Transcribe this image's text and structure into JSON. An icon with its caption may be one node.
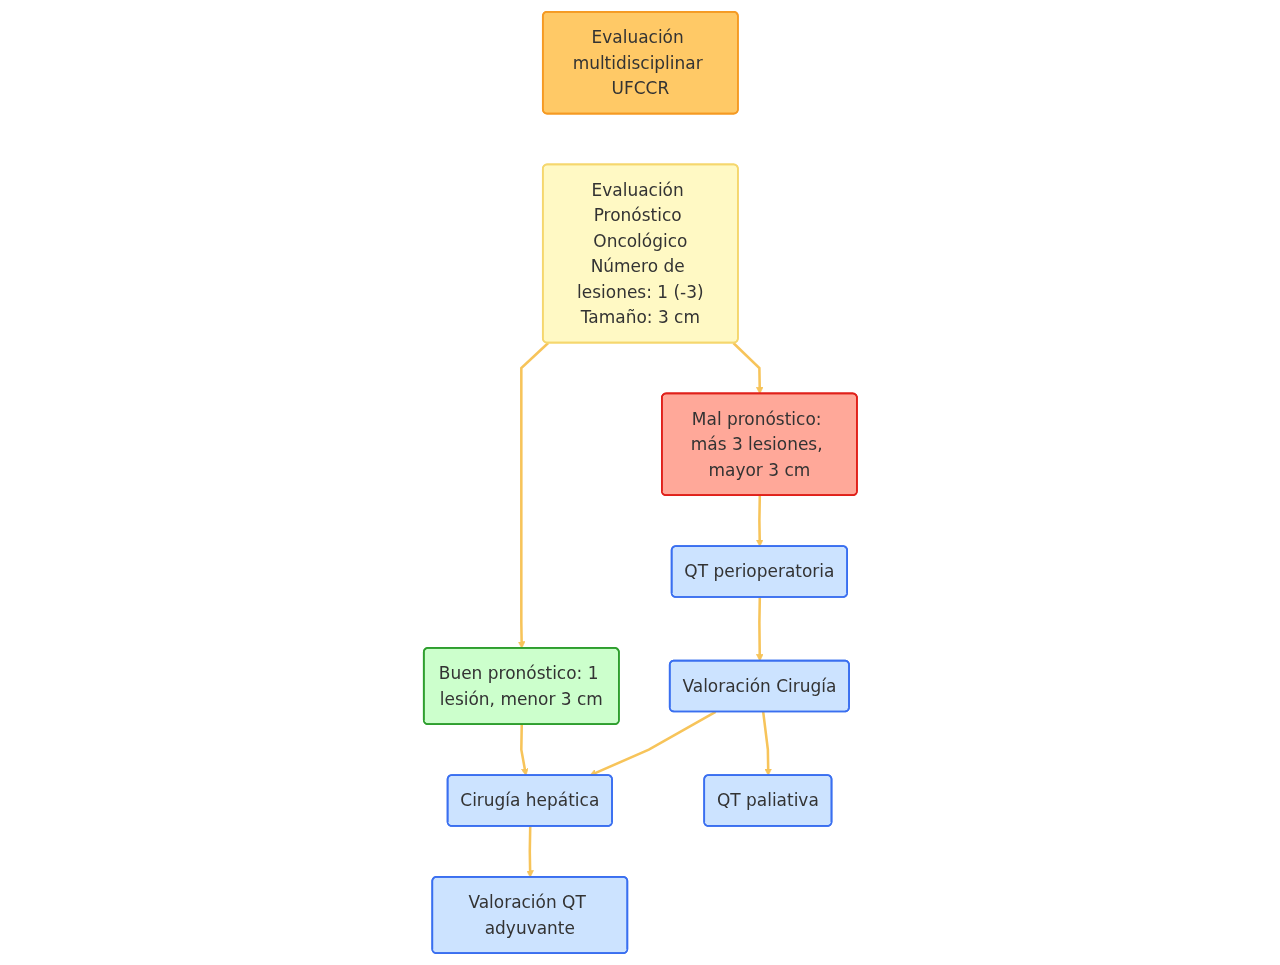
{
  "diagram": {
    "nodes": [
      {
        "text": [
          "Evaluación multidisciplinar UFCCR"
        ]
      },
      {
        "text": [
          "Evaluación Pronóstico Oncológico",
          "Número de lesiones: 1 (-3)",
          "Tamaño: 3 cm"
        ]
      },
      {
        "text": [
          "Buen pronóstico: 1 lesión, menor 3 cm"
        ]
      },
      {
        "text": [
          "Mal pronóstico: más 3 lesiones, mayor 3 cm"
        ]
      },
      {
        "text": [
          "Cirugía hepática"
        ]
      },
      {
        "text": [
          "QT perioperatoria"
        ]
      },
      {
        "text": [
          "Valoración QT adyuvante"
        ]
      },
      {
        "text": [
          "Valoración Cirugía"
        ]
      },
      {
        "text": [
          "QT paliativa"
        ]
      }
    ],
    "edges": [
      {
        "from": 1,
        "to": 2,
        "arrow": "to"
      },
      {
        "from": 1,
        "to": 3,
        "arrow": "to"
      },
      {
        "from": 2,
        "to": 4,
        "arrow": "to"
      },
      {
        "from": 3,
        "to": 5,
        "arrow": "to"
      },
      {
        "from": 4,
        "to": 6,
        "arrow": "to"
      },
      {
        "from": 5,
        "to": 7,
        "arrow": "to"
      },
      {
        "from": 7,
        "to": 4,
        "arrow": "to"
      },
      {
        "from": 7,
        "to": 8,
        "arrow": "to"
      }
    ]
  }
}
